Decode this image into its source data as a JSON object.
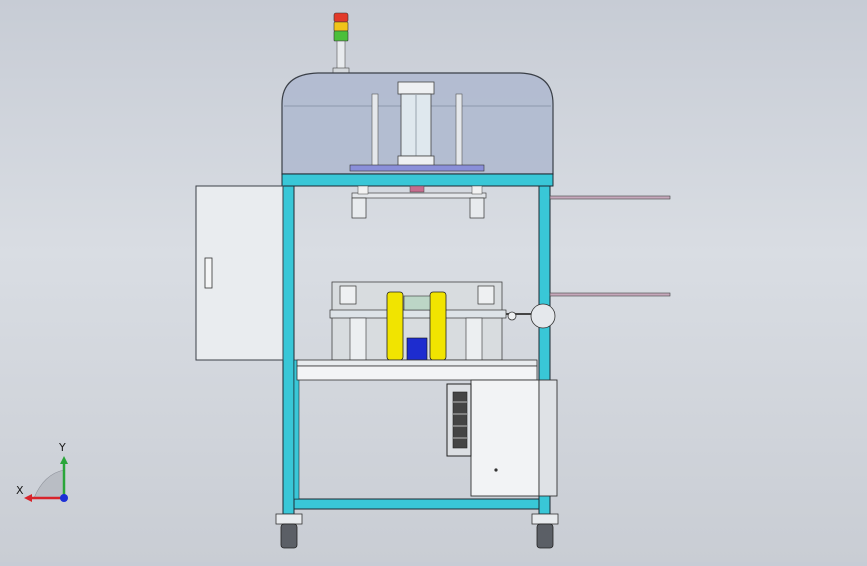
{
  "viewport": {
    "background_top": "#c7ccd5",
    "background_bottom": "#c9cdd4"
  },
  "model_colors": {
    "frame": "#39c7d7",
    "cover": "#aeb9cf",
    "panel": "#e9ecef",
    "yellow": "#f1e400",
    "blue_motor": "#1d2ccf",
    "metal": "#cfd3d8",
    "dark": "#2a2a2a"
  },
  "signal_tower": {
    "lamps": [
      "red",
      "yellow",
      "green"
    ],
    "lamp_colors": [
      "#e23a2a",
      "#f0c419",
      "#4bbf3a"
    ]
  },
  "triad": {
    "x_label": "X",
    "y_label": "Y",
    "x_color": "#d8232a",
    "y_color": "#2aa63a",
    "z_color": "#1c2fd6",
    "icon": "coordinate-triad-icon"
  }
}
